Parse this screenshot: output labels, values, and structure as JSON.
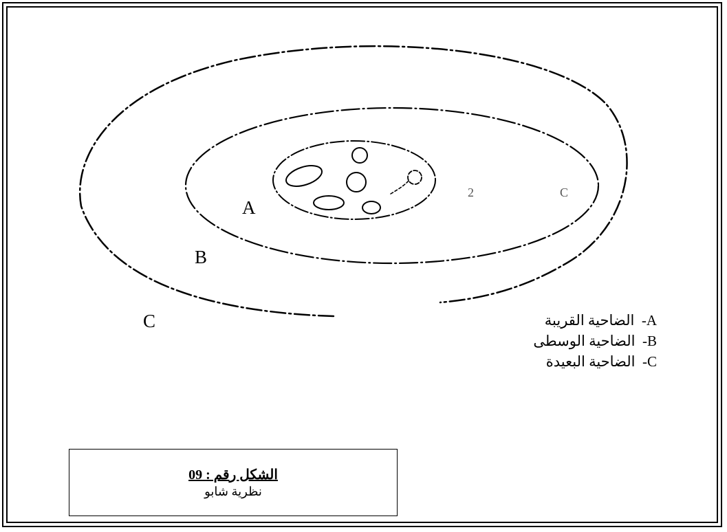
{
  "zones": {
    "inner_label": "A",
    "middle_label": "B",
    "outer_label": "C"
  },
  "ring_marks": {
    "middle_mark": "2",
    "outer_mark": "C"
  },
  "legend": {
    "items": [
      {
        "letter": "A",
        "text": "الضاحية القريبة"
      },
      {
        "letter": "B",
        "text": "الضاحية الوسطى"
      },
      {
        "letter": "C",
        "text": "الضاحية البعيدة"
      }
    ]
  },
  "caption": {
    "title_prefix": "الشكل رقم :",
    "title_number": "09",
    "subtitle": "نظرية شابو"
  }
}
